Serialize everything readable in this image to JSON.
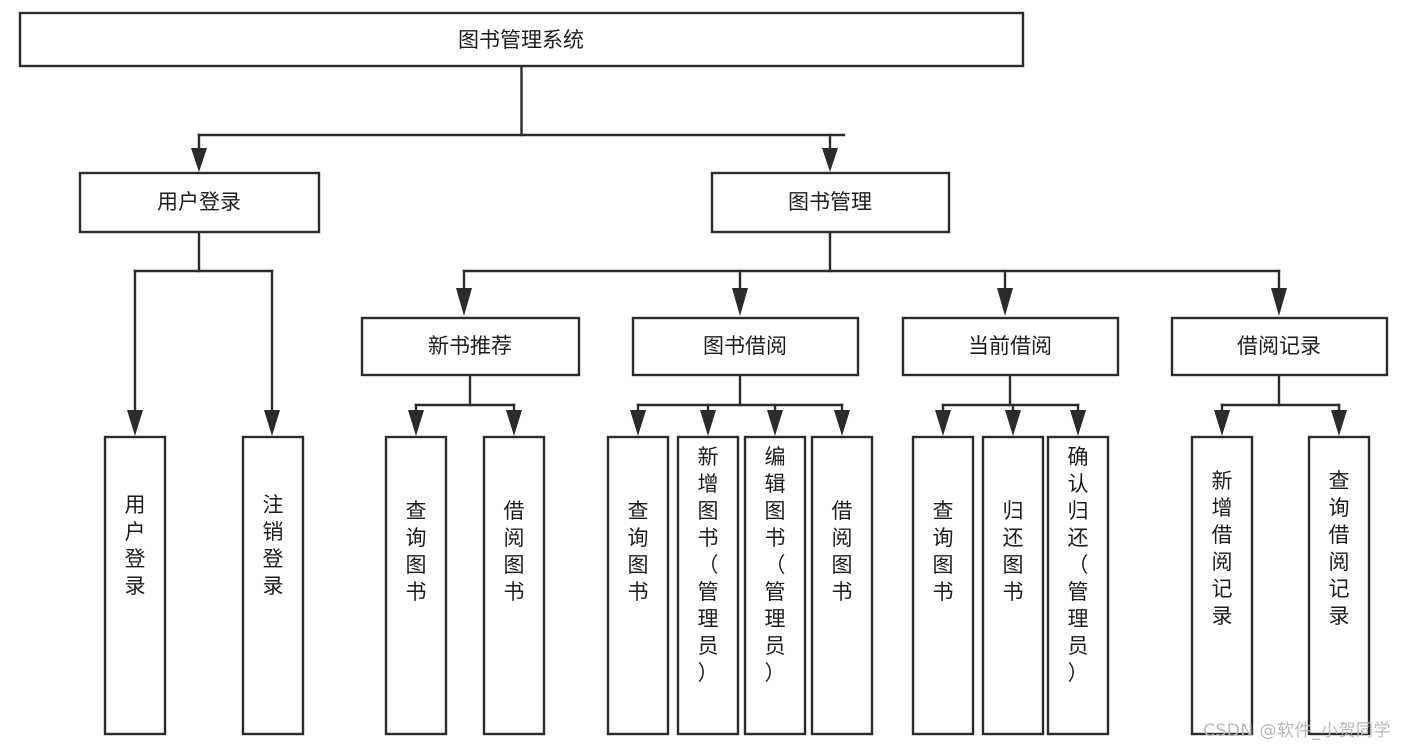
{
  "diagram": {
    "title": "图书管理系统",
    "type": "tree-hierarchy",
    "watermark": "CSDN @软件_小贺同学",
    "colors": {
      "stroke": "#2b2b2b",
      "box_fill": "#ffffff",
      "text": "#1d1d1d",
      "background": "#ffffff",
      "watermark": "#b9b9b9"
    },
    "root": {
      "id": "root",
      "label": "图书管理系统"
    },
    "level1": [
      {
        "id": "user-login",
        "label": "用户登录"
      },
      {
        "id": "book-manage",
        "label": "图书管理"
      }
    ],
    "level2": [
      {
        "id": "new-book-rec",
        "label": "新书推荐",
        "parent": "book-manage"
      },
      {
        "id": "book-borrow",
        "label": "图书借阅",
        "parent": "book-manage"
      },
      {
        "id": "current-borrow",
        "label": "当前借阅",
        "parent": "book-manage"
      },
      {
        "id": "borrow-record",
        "label": "借阅记录",
        "parent": "book-manage"
      }
    ],
    "leaves": {
      "user-login": [
        {
          "id": "leaf-user-login",
          "label": "用户登录"
        },
        {
          "id": "leaf-user-logout",
          "label": "注销登录"
        }
      ],
      "new-book-rec": [
        {
          "id": "leaf-query-book-1",
          "label": "查询图书"
        },
        {
          "id": "leaf-borrow-book-1",
          "label": "借阅图书"
        }
      ],
      "book-borrow": [
        {
          "id": "leaf-query-book-2",
          "label": "查询图书"
        },
        {
          "id": "leaf-add-book",
          "label": "新增图书（管理员）"
        },
        {
          "id": "leaf-edit-book",
          "label": "编辑图书（管理员）"
        },
        {
          "id": "leaf-borrow-book-2",
          "label": "借阅图书"
        }
      ],
      "current-borrow": [
        {
          "id": "leaf-query-book-3",
          "label": "查询图书"
        },
        {
          "id": "leaf-return-book",
          "label": "归还图书"
        },
        {
          "id": "leaf-confirm-return",
          "label": "确认归还（管理员）"
        }
      ],
      "borrow-record": [
        {
          "id": "leaf-add-record",
          "label": "新增借阅记录"
        },
        {
          "id": "leaf-query-record",
          "label": "查询借阅记录"
        }
      ]
    }
  }
}
